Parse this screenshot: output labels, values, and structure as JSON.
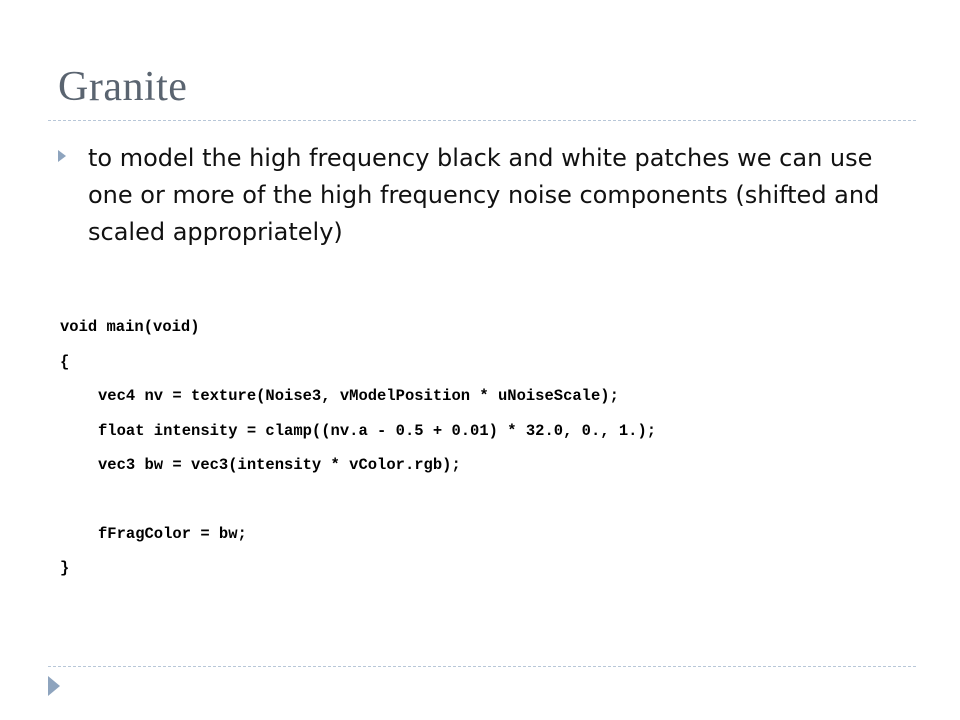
{
  "slide": {
    "title": "Granite",
    "bullets": [
      {
        "text": "to model the high frequency black and white patches we can use one or more of the high frequency noise components (shifted and scaled appropriately)"
      }
    ],
    "code": {
      "line1": "void main(void)",
      "line2": "{",
      "line3": "vec4 nv = texture(Noise3, vModelPosition * uNoiseScale);",
      "line4": "float intensity = clamp((nv.a - 0.5 + 0.01) * 32.0, 0., 1.);",
      "line5": "vec3 bw = vec3(intensity * vColor.rgb);",
      "line6": "fFragColor = bw;",
      "line7": "}"
    }
  },
  "colors": {
    "title": "#5a6470",
    "accent": "#8ea4be",
    "rule": "#b8c7d8",
    "text": "#111111"
  },
  "icons": {
    "bullet": "triangle-bullet-icon",
    "footer": "triangle-footer-icon"
  }
}
